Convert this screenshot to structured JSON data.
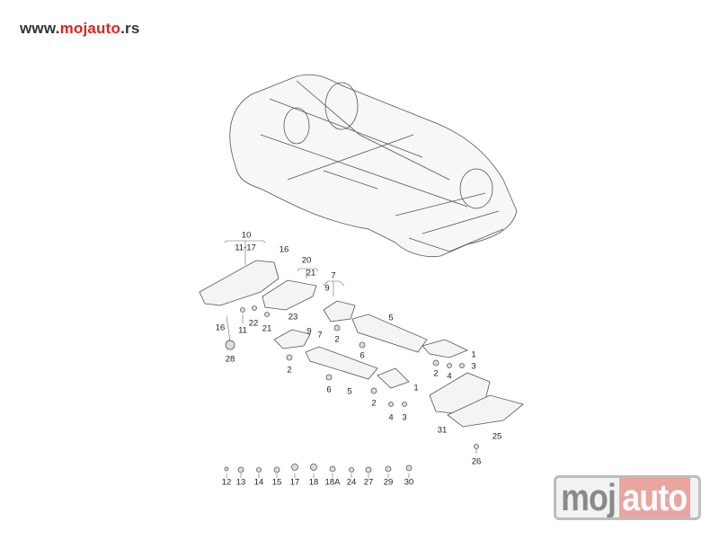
{
  "header": {
    "url_prefix": "www.",
    "url_brand": "mojauto",
    "url_suffix": ".rs"
  },
  "logo": {
    "part1": "moj",
    "part2": "auto"
  },
  "labels": {
    "l10": "10",
    "l11_17": "11-17",
    "l16a": "16",
    "l20": "20",
    "l21a": "21",
    "l7a": "7",
    "l9a": "9",
    "l16b": "16",
    "l11": "11",
    "l22": "22",
    "l21b": "21",
    "l23": "23",
    "l9b": "9",
    "l7b": "7",
    "l2a": "2",
    "l5a": "5",
    "l28": "28",
    "l2b": "2",
    "l6a": "6",
    "l1a": "1",
    "l3a": "3",
    "l2c": "2",
    "l4a": "4",
    "l6b": "6",
    "l5b": "5",
    "l1b": "1",
    "l2d": "2",
    "l4b": "4",
    "l3b": "3",
    "l31": "31",
    "l25": "25",
    "l26": "26"
  },
  "small_parts": [
    "12",
    "13",
    "14",
    "15",
    "17",
    "18",
    "18A",
    "24",
    "27",
    "29",
    "30"
  ]
}
